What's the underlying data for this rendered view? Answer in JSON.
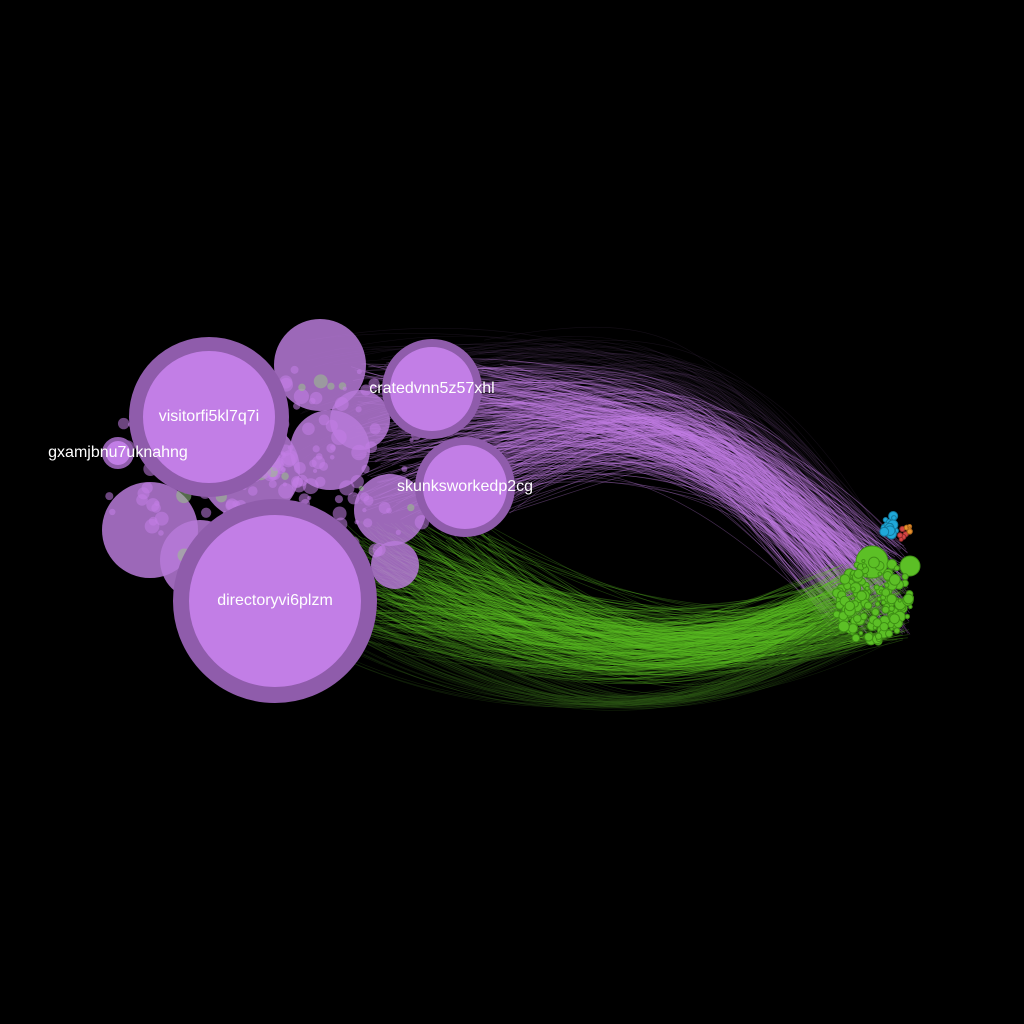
{
  "graph": {
    "background": "#000000",
    "communities": [
      {
        "name": "purple",
        "fill": "#c27ee6",
        "stroke": "#8f5cab"
      },
      {
        "name": "green",
        "fill": "#5cbf26",
        "stroke": "#3f8f16"
      },
      {
        "name": "blue",
        "fill": "#1fa8d9",
        "stroke": "#137a9f"
      },
      {
        "name": "red",
        "fill": "#d64545",
        "stroke": "#8f2a2a"
      },
      {
        "name": "orange",
        "fill": "#e8912e",
        "stroke": "#a8641a"
      }
    ],
    "labeled_nodes": [
      {
        "id": "directory",
        "label": "directoryvi6plzm",
        "community": "purple"
      },
      {
        "id": "visitor",
        "label": "visitorfi5kl7q7i",
        "community": "purple"
      },
      {
        "id": "crated",
        "label": "cratedvnn5z57xhl",
        "community": "purple"
      },
      {
        "id": "skunks",
        "label": "skunksworkedp2cg",
        "community": "purple"
      },
      {
        "id": "gxam",
        "label": "gxamjbnu7uknahng",
        "community": "purple"
      }
    ],
    "edge_colors": {
      "purple_to_green": "#c27ee6",
      "green_to_purple": "#5cbf26"
    }
  }
}
